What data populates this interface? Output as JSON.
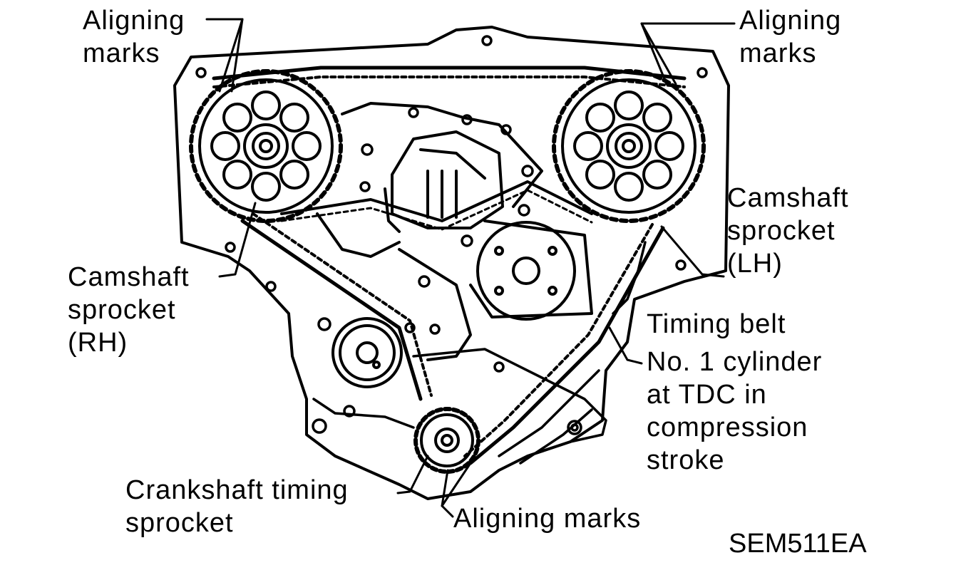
{
  "labels": {
    "aligning_marks_top_left": [
      "Aligning",
      "marks"
    ],
    "aligning_marks_top_right": [
      "Aligning",
      "marks"
    ],
    "camshaft_sprocket_rh": [
      "Camshaft",
      "sprocket",
      "(RH)"
    ],
    "camshaft_sprocket_lh": [
      "Camshaft",
      "sprocket",
      "(LH)"
    ],
    "timing_belt": "Timing belt",
    "no1_cylinder": [
      "No. 1 cylinder",
      "at TDC in",
      "compression",
      "stroke"
    ],
    "crankshaft_sprocket": [
      "Crankshaft timing",
      "sprocket"
    ],
    "aligning_marks_bottom": "Aligning marks",
    "figure_code": "SEM511EA"
  },
  "colors": {
    "ink": "#000000",
    "paper": "#ffffff"
  }
}
